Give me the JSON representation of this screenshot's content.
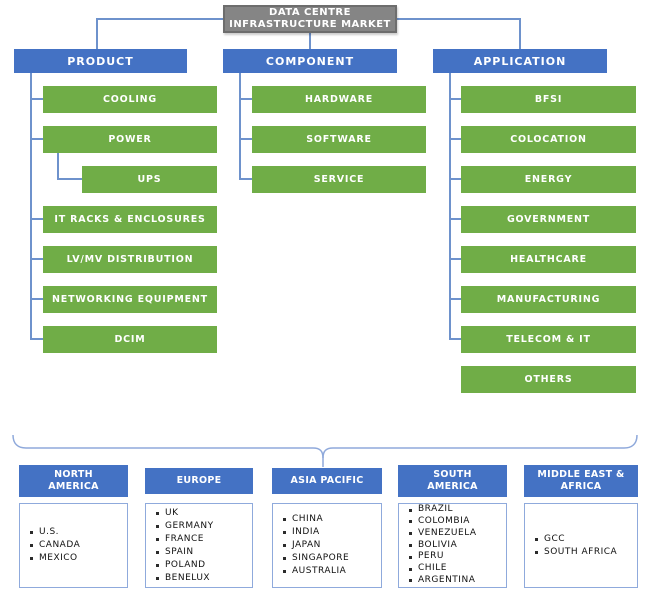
{
  "title": {
    "label": "DATA CENTRE INFRASTRUCTURE MARKET"
  },
  "branches": [
    {
      "label": "PRODUCT",
      "children": [
        "COOLING",
        "POWER",
        "UPS",
        "IT RACKS & ENCLOSURES",
        "LV/MV DISTRIBUTION",
        "NETWORKING EQUIPMENT",
        "DCIM"
      ]
    },
    {
      "label": "COMPONENT",
      "children": [
        "HARDWARE",
        "SOFTWARE",
        "SERVICE"
      ]
    },
    {
      "label": "APPLICATION",
      "children": [
        "BFSI",
        "COLOCATION",
        "ENERGY",
        "GOVERNMENT",
        "HEALTHCARE",
        "MANUFACTURING",
        "TELECOM & IT",
        "OTHERS"
      ]
    }
  ],
  "regions": [
    {
      "label": "NORTH AMERICA",
      "countries": [
        "U.S.",
        "CANADA",
        "MEXICO"
      ]
    },
    {
      "label": "EUROPE",
      "countries": [
        "UK",
        "GERMANY",
        "FRANCE",
        "SPAIN",
        "POLAND",
        "BENELUX"
      ]
    },
    {
      "label": "ASIA PACIFIC",
      "countries": [
        "CHINA",
        "INDIA",
        "JAPAN",
        "SINGAPORE",
        "AUSTRALIA"
      ]
    },
    {
      "label": "SOUTH AMERICA",
      "countries": [
        "BRAZIL",
        "COLOMBIA",
        "VENEZUELA",
        "BOLIVIA",
        "PERU",
        "CHILE",
        "ARGENTINA"
      ]
    },
    {
      "label": "MIDDLE EAST & AFRICA",
      "countries": [
        "GCC",
        "SOUTH AFRICA"
      ]
    }
  ],
  "colors": {
    "branch_blue": "#4472C4",
    "node_green": "#70AD47",
    "root_grey": "#858585",
    "connector": "#6E92CC",
    "brace": "#8FA9DB",
    "list_border": "#8FAADC"
  }
}
